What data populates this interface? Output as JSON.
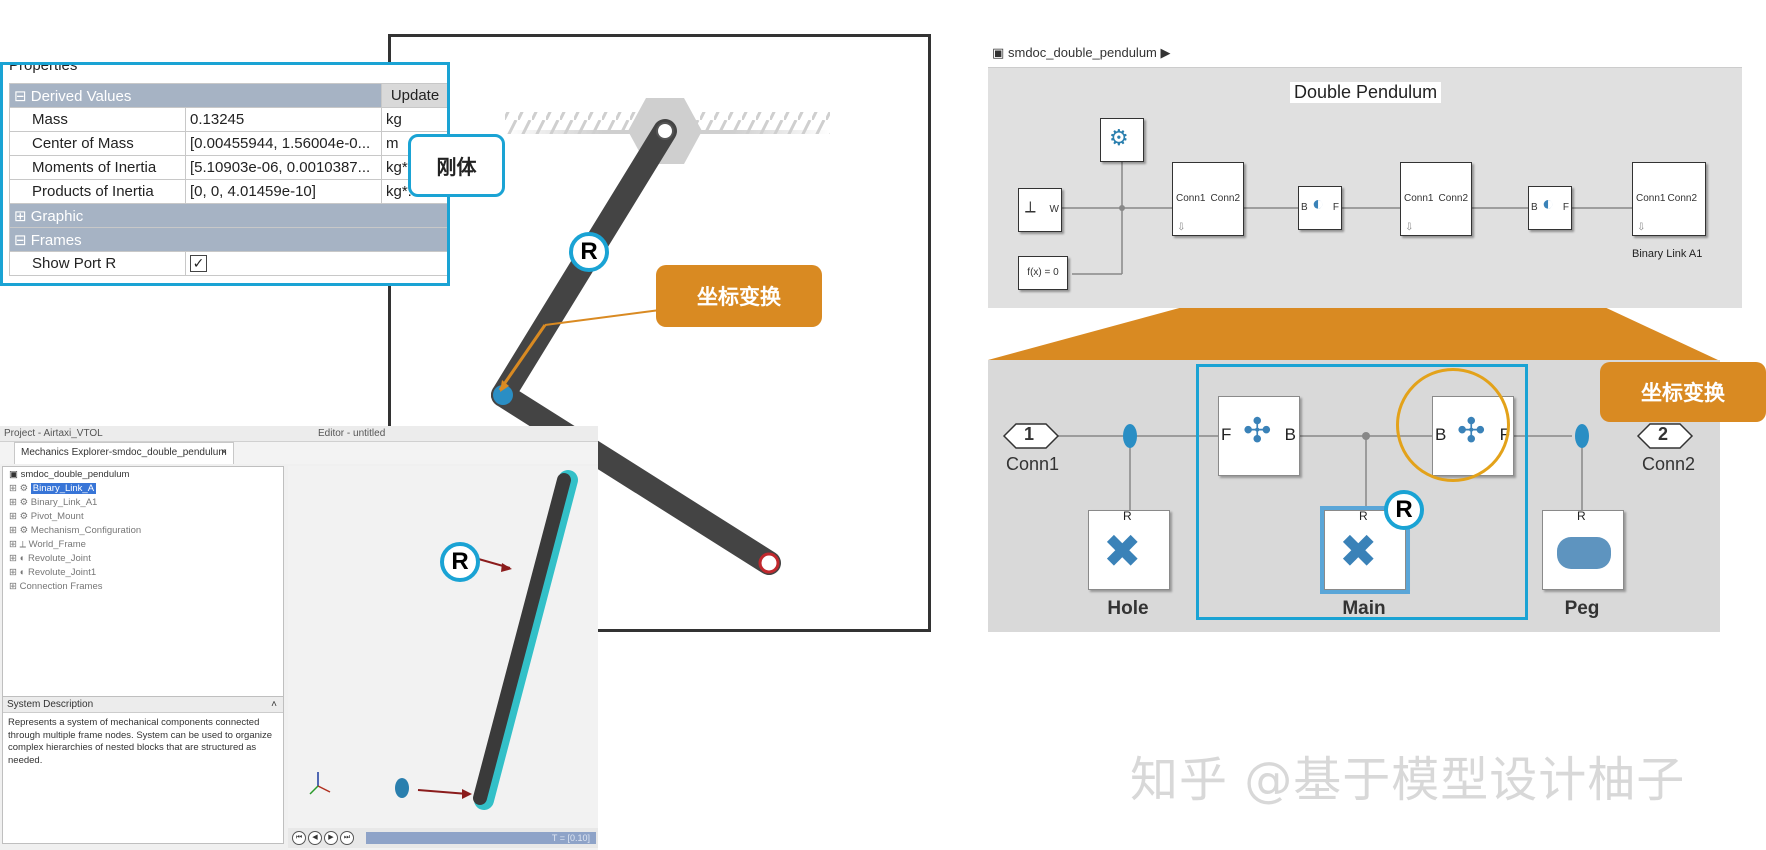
{
  "properties_panel": {
    "title": "Properties",
    "derived_values_label": "Derived Values",
    "update_label": "Update",
    "rows": [
      {
        "name": "Mass",
        "value": "0.13245",
        "unit": "kg"
      },
      {
        "name": "Center of Mass",
        "value": "[0.00455944, 1.56004e-0...",
        "unit": "m"
      },
      {
        "name": "Moments of Inertia",
        "value": "[5.10903e-06, 0.0010387...",
        "unit": "kg*..."
      },
      {
        "name": "Products of Inertia",
        "value": "[0, 0, 4.01459e-10]",
        "unit": "kg*..."
      }
    ],
    "graphic_label": "Graphic",
    "frames_label": "Frames",
    "show_port_label": "Show Port R",
    "show_port_checked": true
  },
  "callouts": {
    "rigid_body": "刚体",
    "transform_left": "坐标变换",
    "transform_right": "坐标变换",
    "port_badge": "R"
  },
  "mechanics_explorer": {
    "project_title": "Project - Airtaxi_VTOL",
    "editor_title": "Editor - untitled",
    "tab_label": "Mechanics Explorer-smdoc_double_pendulum",
    "tree": [
      {
        "label": "smdoc_double_pendulum",
        "root": true
      },
      {
        "label": "Binary_Link_A",
        "selected": true
      },
      {
        "label": "Binary_Link_A1"
      },
      {
        "label": "Pivot_Mount"
      },
      {
        "label": "Mechanism_Configuration"
      },
      {
        "label": "World_Frame"
      },
      {
        "label": "Revolute_Joint"
      },
      {
        "label": "Revolute_Joint1"
      },
      {
        "label": "Connection Frames"
      }
    ],
    "system_description_title": "System Description",
    "system_description_text": "Represents a system of mechanical components connected through multiple frame nodes. System can be used to organize complex hierarchies of nested blocks that are structured as needed.",
    "time_label": "T = [0.10]"
  },
  "simulink_top": {
    "breadcrumb": "smdoc_double_pendulum",
    "model_title": "Double Pendulum",
    "world_port": "W",
    "joint_b": "B",
    "joint_f": "F",
    "conn1": "Conn1",
    "conn2": "Conn2",
    "solver_label": "f(x) = 0",
    "binary_link_label": "Binary Link A1"
  },
  "subsystem": {
    "port1_num": "1",
    "port1_label": "Conn1",
    "port2_num": "2",
    "port2_label": "Conn2",
    "blocks": [
      "Hole",
      "Main",
      "Peg"
    ],
    "frame_f": "F",
    "frame_b": "B",
    "solid_port": "R"
  },
  "watermark": "知乎 @基于模型设计柚子",
  "colors": {
    "accent_blue": "#1aa3d4",
    "accent_orange": "#d98a22",
    "link_dark": "#444444",
    "joint_blue": "#2a8ec4"
  }
}
